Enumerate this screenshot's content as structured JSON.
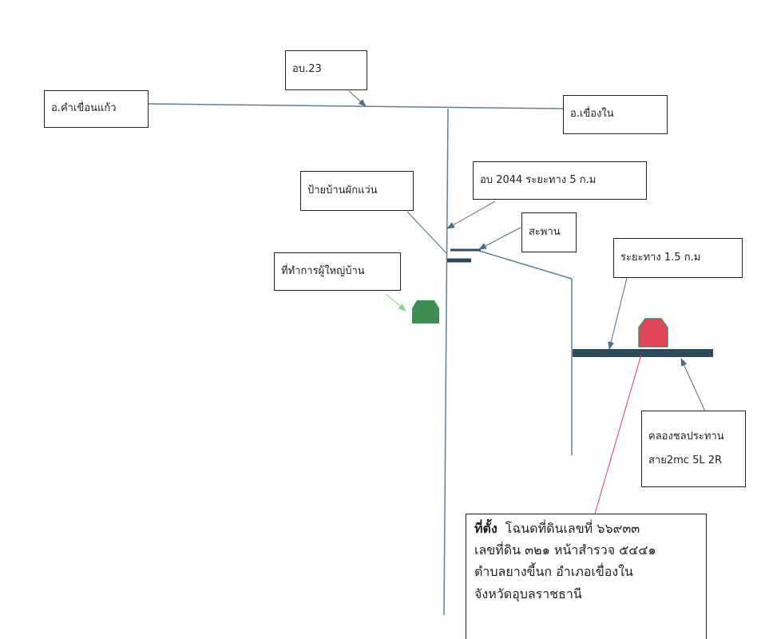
{
  "labels": {
    "road_23": "อบ.23",
    "kham_khuean_kaeo": "อ.คำเขื่อนแก้ว",
    "khueang_nai": "อ.เขื่องใน",
    "road_2044": "อบ 2044  ระยะทาง 5 ก.ม",
    "ban_phak_waen_sign": "ป้ายบ้านผักแว่น",
    "bridge": "สะพาน",
    "distance": "ระยะทาง 1.5 ก.ม",
    "village_headman_office": "ที่ทำการผู้ใหญ่บ้าน",
    "canal_line1": "คลองชลประทาน",
    "canal_line2": "สาย2mc 5L 2R"
  },
  "location": {
    "heading": "ที่ตั้ง",
    "line1": "โฉนดที่ดินเลขที่ ๖๖๙๓๓",
    "line2": "เลขที่ดิน ๓๒๑ หน้าสำรวจ ๕๔๔๑",
    "line3": "ตำบลยางขี้นก อำเภอเขื่องใน",
    "line4": "จังหวัดอุบลราชธานี"
  },
  "colors": {
    "road": "#5f7f93",
    "leader": "#4a6e86",
    "canal": "#2d4a5c",
    "headman_office": "#3f8f55",
    "site": "#e0455c",
    "site_pointer": "#e03a52",
    "green_pointer": "#8ccf8c"
  }
}
